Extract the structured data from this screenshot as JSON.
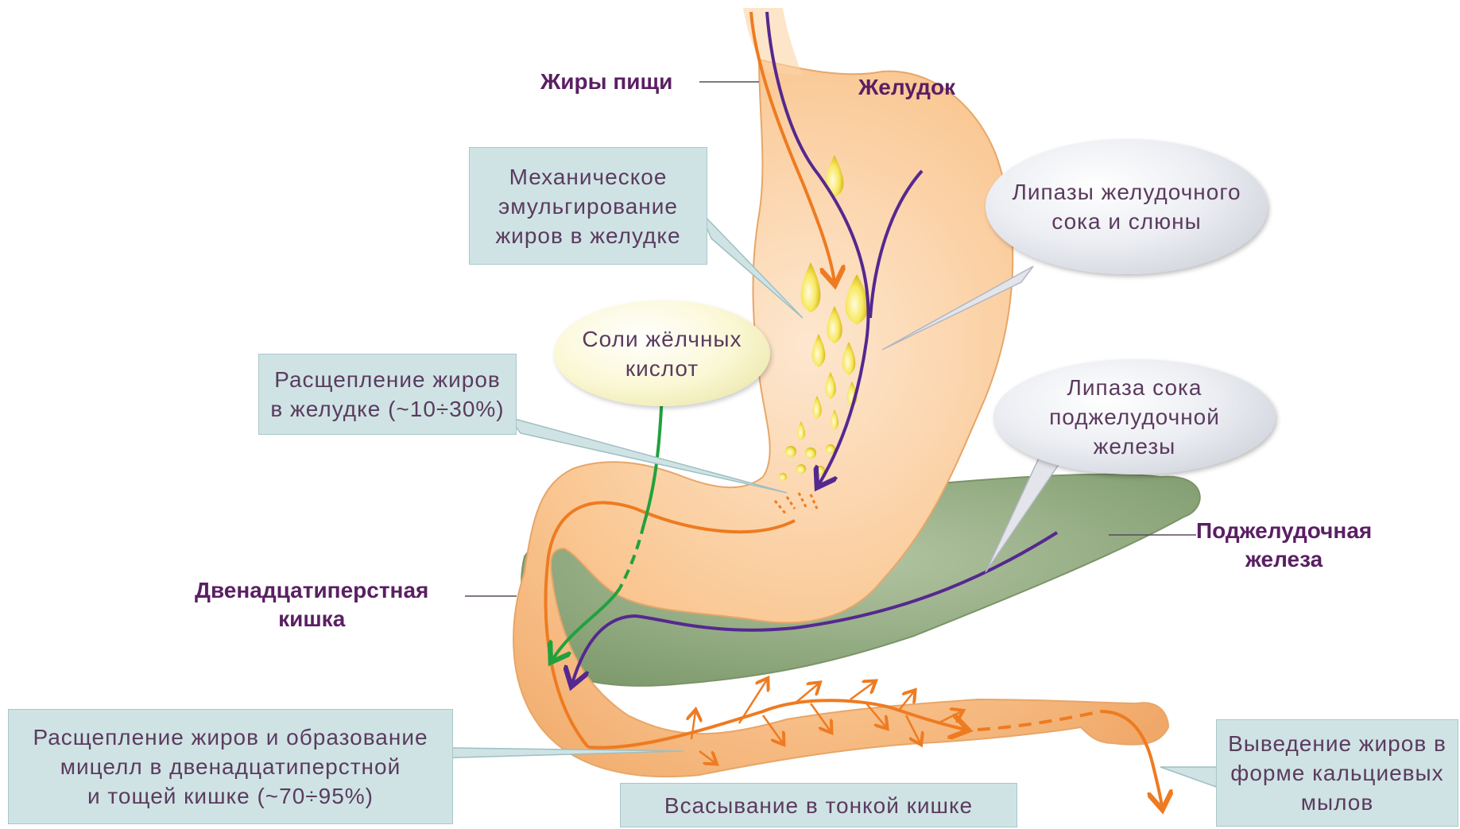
{
  "labels": {
    "dietary_fats": "Жиры пищи",
    "stomach": "Желудок",
    "duodenum": "Двенадцатиперстная\nкишка",
    "pancreas": "Поджелудочная\nжелеза"
  },
  "boxes": {
    "mechanical_emulsification": "Механическое\nэмульгирование\nжиров в желудке",
    "stomach_breakdown": "Расщепление жиров\nв желудке (~10÷30%)",
    "intestine_breakdown": "Расщепление жиров и образование\nмицелл в двенадцатиперстной\nи тощей кишке (~70÷95%)",
    "absorption": "Всасывание в тонкой кишке",
    "excretion": "Выведение жиров в\nформе кальциевых\nмылов"
  },
  "bubbles": {
    "gastric_lipases": "Липазы желудочного\nсока и слюны",
    "bile_salts": "Соли жёлчных\nкислот",
    "pancreatic_lipase": "Липаза сока\nподжелудочной\nжелезы"
  },
  "colors": {
    "fat_path": "#ee7b21",
    "enzyme_path": "#55288f",
    "bile_path": "#21a13d",
    "stomach": "#f9c089",
    "pancreas": "#8fa87d",
    "label_text": "#5a1f63",
    "box_fill": "#cfe3e5"
  }
}
